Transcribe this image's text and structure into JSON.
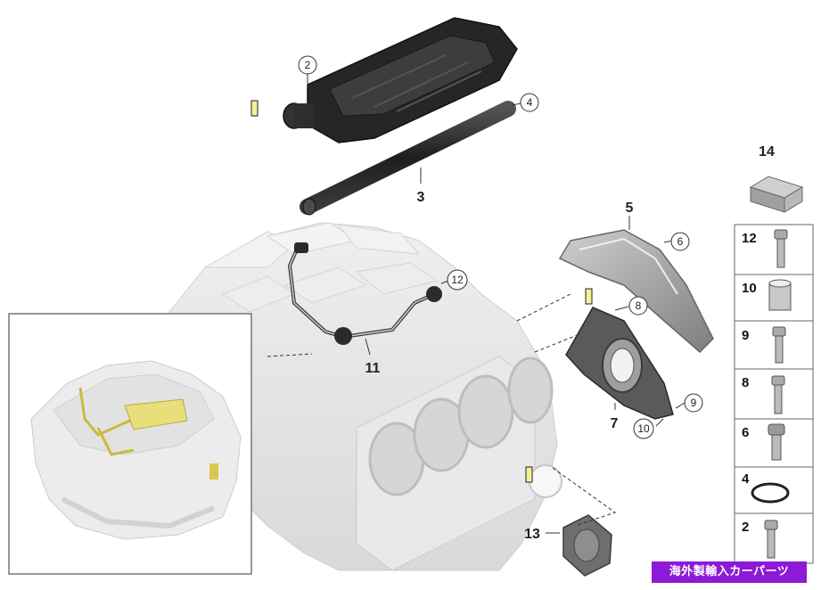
{
  "callouts": {
    "c2": "2",
    "c4": "4",
    "c6": "6",
    "c8": "8",
    "c9": "9",
    "c10": "10",
    "c12": "12"
  },
  "labels": {
    "l3": "3",
    "l5": "5",
    "l7": "7",
    "l11": "11",
    "l13": "13",
    "l14": "14"
  },
  "sidebar": {
    "items": [
      "12",
      "10",
      "9",
      "8",
      "6",
      "4",
      "2"
    ]
  },
  "watermark": "海外製輸入カーパーツ",
  "colors": {
    "marker": "#f5ee9a",
    "watermark_bg": "#8c1ad6",
    "part_dark": "#2b2b2b",
    "part_grey": "#9a9a9a",
    "block_light": "#e6e6e6"
  }
}
